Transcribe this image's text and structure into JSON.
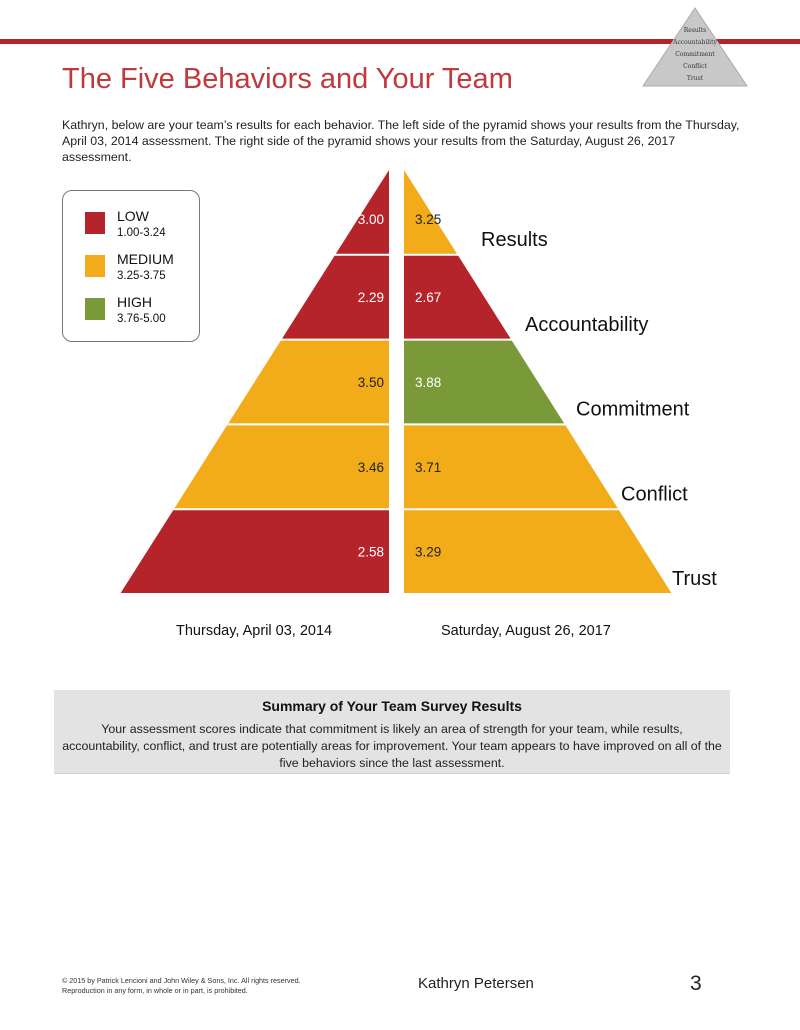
{
  "header": {
    "title": "The Five Behaviors and Your Team",
    "mini_pyramid_labels": [
      "Results",
      "Accountability",
      "Commitment",
      "Conflict",
      "Trust"
    ]
  },
  "intro": "Kathryn, below are your team’s results for each behavior. The left side of the pyramid shows your results from the Thursday, April 03, 2014 assessment. The right side of the pyramid shows your results from the Saturday, August 26, 2017 assessment.",
  "legend": [
    {
      "name": "LOW",
      "range": "1.00-3.24",
      "color": "#b5242b"
    },
    {
      "name": "MEDIUM",
      "range": "3.25-3.75",
      "color": "#f2ac1a"
    },
    {
      "name": "HIGH",
      "range": "3.76-5.00",
      "color": "#7a9a3a"
    }
  ],
  "colors": {
    "low": "#b5242b",
    "medium": "#f2ac1a",
    "high": "#7a9a3a",
    "accent": "#b5242b",
    "title": "#c0393b"
  },
  "pyramid": {
    "left_date": "Thursday, April 03, 2014",
    "right_date": "Saturday, August 26, 2017",
    "behaviors": [
      {
        "name": "Results",
        "left": "3.00",
        "left_level": "low",
        "right": "3.25",
        "right_level": "medium"
      },
      {
        "name": "Accountability",
        "left": "2.29",
        "left_level": "low",
        "right": "2.67",
        "right_level": "low"
      },
      {
        "name": "Commitment",
        "left": "3.50",
        "left_level": "medium",
        "right": "3.88",
        "right_level": "high"
      },
      {
        "name": "Conflict",
        "left": "3.46",
        "left_level": "medium",
        "right": "3.71",
        "right_level": "medium"
      },
      {
        "name": "Trust",
        "left": "2.58",
        "left_level": "low",
        "right": "3.29",
        "right_level": "medium"
      }
    ]
  },
  "summary": {
    "title": "Summary of Your Team Survey Results",
    "text": "Your assessment scores indicate that commitment is likely an area of strength for your team, while results, accountability, conflict, and trust are potentially areas for improvement. Your team appears to have improved on all of the five behaviors since the last assessment."
  },
  "footer": {
    "copyright": "© 2015 by Patrick Lencioni and John Wiley & Sons, Inc. All rights reserved. Reproduction in any form, in whole or in part, is prohibited.",
    "name": "Kathryn Petersen",
    "page": "3"
  }
}
